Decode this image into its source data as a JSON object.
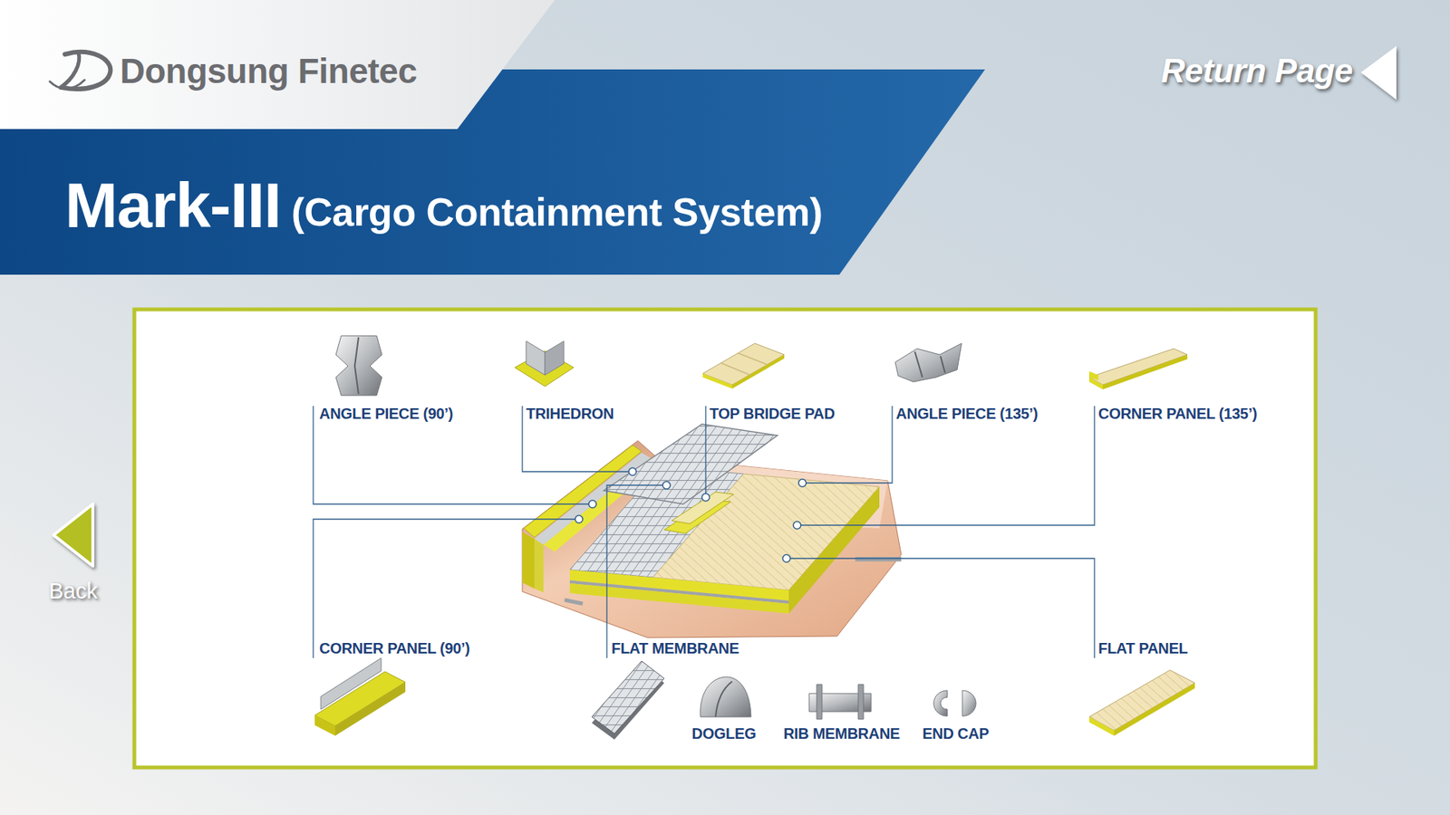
{
  "diagram": {
    "title": "Mark-III",
    "labels": [
      "Dongsung Finetec",
      "(Cargo Containment System)",
      "Return Page",
      "ANGLE PIECE (90’)",
      "TRIHEDRON",
      "TOP BRIDGE PAD",
      "ANGLE PIECE (135’)",
      "CORNER PANEL (135’)",
      "Back",
      "CORNER PANEL (90’)",
      "FLAT MEMBRANE",
      "FLAT PANEL",
      "DOGLEG",
      "RIB MEMBRANE",
      "END CAP"
    ]
  }
}
